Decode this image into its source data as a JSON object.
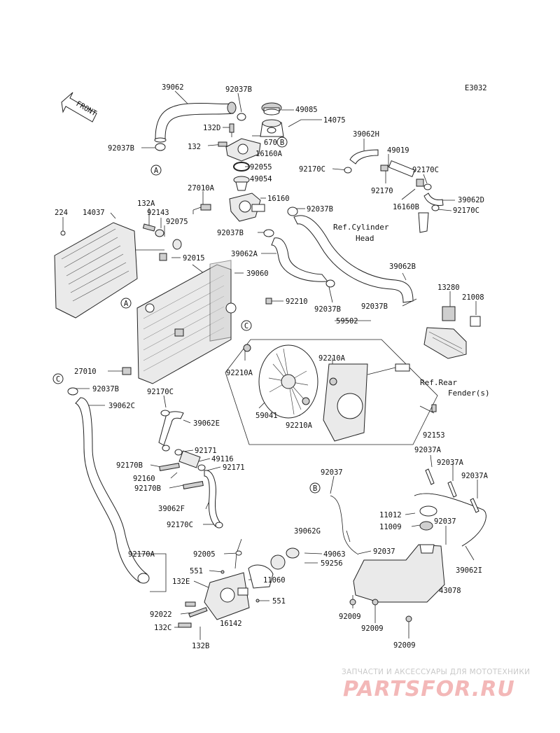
{
  "diagram_code": "E3032",
  "front_label": "FRONT",
  "callouts": {
    "a": "A",
    "b": "B",
    "c": "C"
  },
  "refs": {
    "cylinder_head_1": "Ref.Cylinder",
    "cylinder_head_2": "Head",
    "rear_fender_1": "Ref.Rear",
    "rear_fender_2": "Fender(s)"
  },
  "parts": {
    "p39062": "39062",
    "p92037b_1": "92037B",
    "p49085": "49085",
    "p14075": "14075",
    "p132d": "132D",
    "p670": "670",
    "p92037b_2": "92037B",
    "p132": "132",
    "p16160a": "16160A",
    "p92055": "92055",
    "p49054": "49054",
    "p39062h": "39062H",
    "p49019": "49019",
    "p92170c_1": "92170C",
    "p92170c_2": "92170C",
    "p92170": "92170",
    "p16160b": "16160B",
    "p39062d": "39062D",
    "p92170c_3": "92170C",
    "p27010a": "27010A",
    "p16160": "16160",
    "p92037b_3": "92037B",
    "p224": "224",
    "p14037": "14037",
    "p132a": "132A",
    "p92143": "92143",
    "p92075": "92075",
    "p92037b_4": "92037B",
    "p39062a": "39062A",
    "p92015": "92015",
    "p39060": "39060",
    "p39062b": "39062B",
    "p92210": "92210",
    "p92037b_5": "92037B",
    "p92037b_6": "92037B",
    "p13280": "13280",
    "p21008": "21008",
    "p59502": "59502",
    "p92210a_1": "92210A",
    "p92210a_2": "92210A",
    "p27010": "27010",
    "p92037b_7": "92037B",
    "p39062c": "39062C",
    "p92170c_4": "92170C",
    "p39062e": "39062E",
    "p59041": "59041",
    "p92210a_3": "92210A",
    "p92153": "92153",
    "p92171_1": "92171",
    "p49116": "49116",
    "p92171_2": "92171",
    "p92170b_1": "92170B",
    "p92160": "92160",
    "p92170b_2": "92170B",
    "p92037a_1": "92037A",
    "p92037a_2": "92037A",
    "p92037a_3": "92037A",
    "p92037_1": "92037",
    "p39062f": "39062F",
    "p92170c_5": "92170C",
    "p11012": "11012",
    "p11009": "11009",
    "p92037_2": "92037",
    "p39062g": "39062G",
    "p92037_3": "92037",
    "p92005": "92005",
    "p49063": "49063",
    "p59256": "59256",
    "p92170a": "92170A",
    "p551_1": "551",
    "p11060": "11060",
    "p39062i": "39062I",
    "p132e": "132E",
    "p551_2": "551",
    "p43078": "43078",
    "p92022": "92022",
    "p16142": "16142",
    "p92009_1": "92009",
    "p92009_2": "92009",
    "p132c": "132C",
    "p132b": "132B",
    "p92009_3": "92009"
  },
  "watermark": {
    "top": "ЗАПЧАСТИ И АКСЕССУАРЫ ДЛЯ МОТОТЕХНИКИ",
    "main": "PARTSFOR.RU"
  }
}
